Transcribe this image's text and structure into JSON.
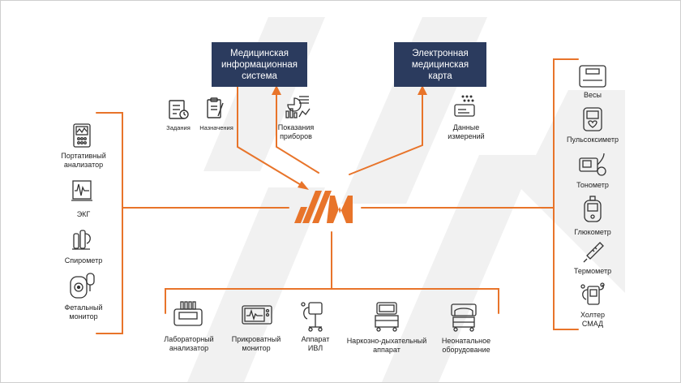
{
  "colors": {
    "accent": "#e8742a",
    "box": "#2b3b5e",
    "icon": "#333333"
  },
  "top_boxes": {
    "mis": "Медицинская\nинформационная\nсистема",
    "emc": "Электронная\nмедицинская\nкарта"
  },
  "top_labels": {
    "tasks": "Задания",
    "prescriptions": "Назначения",
    "readings": "Показания\nприборов",
    "measurements": "Данные\nизмерений"
  },
  "left_devices": [
    {
      "label": "Портативный\nанализатор",
      "icon": "portable-analyzer-icon"
    },
    {
      "label": "ЭКГ",
      "icon": "ecg-icon"
    },
    {
      "label": "Спирометр",
      "icon": "spirometer-icon"
    },
    {
      "label": "Фетальный\nмонитор",
      "icon": "fetal-monitor-icon"
    }
  ],
  "right_devices": [
    {
      "label": "Весы",
      "icon": "scales-icon"
    },
    {
      "label": "Пульсоксиметр",
      "icon": "pulse-oximeter-icon"
    },
    {
      "label": "Тонометр",
      "icon": "tonometer-icon"
    },
    {
      "label": "Глюкометр",
      "icon": "glucometer-icon"
    },
    {
      "label": "Термометр",
      "icon": "thermometer-icon"
    },
    {
      "label": "Холтер\nСМАД",
      "icon": "holter-icon"
    }
  ],
  "bottom_devices": [
    {
      "label": "Лабораторный\nанализатор",
      "icon": "lab-analyzer-icon"
    },
    {
      "label": "Прикроватный\nмонитор",
      "icon": "bedside-monitor-icon"
    },
    {
      "label": "Аппарат\nИВЛ",
      "icon": "ventilator-icon"
    },
    {
      "label": "Наркозно-дыхательный\nаппарат",
      "icon": "anesthesia-machine-icon"
    },
    {
      "label": "Неонатальное\nоборудование",
      "icon": "neonatal-equipment-icon"
    }
  ],
  "logo": "logo-icon"
}
